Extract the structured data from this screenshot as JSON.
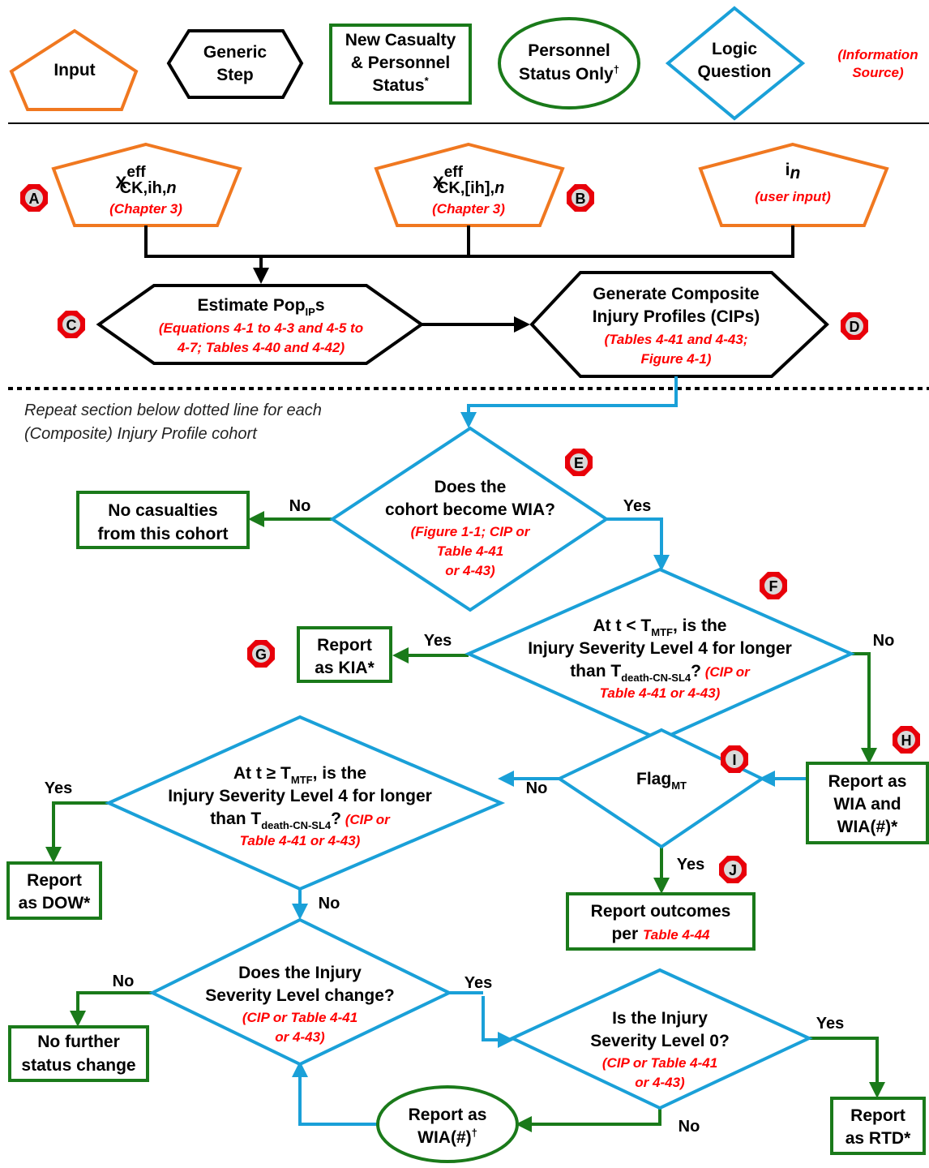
{
  "legend": {
    "input": "Input",
    "generic_step_1": "Generic",
    "generic_step_2": "Step",
    "new_casualty_1": "New Casualty",
    "new_casualty_2": "& Personnel",
    "new_casualty_3": "Status",
    "new_casualty_mark": "*",
    "personnel_1": "Personnel",
    "personnel_2": "Status Only",
    "personnel_mark": "†",
    "logic_1": "Logic",
    "logic_2": "Question",
    "info_1": "(Information",
    "info_2": "Source)"
  },
  "inputs": {
    "a_sym": "X",
    "a_sup": "eff",
    "a_sub": "CK,ih,",
    "a_n": "n",
    "a_src": "(Chapter  3)",
    "b_sym": "X",
    "b_sup": "eff",
    "b_sub": "CK,[ih],",
    "b_n": "n",
    "b_src": "(Chapter  3)",
    "c_sym": "i",
    "c_n": "n",
    "c_src": "(user input)"
  },
  "steps": {
    "estimate_main": "Estimate Pop",
    "estimate_sub": "IP",
    "estimate_s": "s",
    "estimate_src_1": "(Equations  4-1 to 4-3 and 4-5 to",
    "estimate_src_2": "4-7; Tables 4-40 and 4-42)",
    "generate_1": "Generate Composite",
    "generate_2": "Injury Profiles (CIPs)",
    "generate_src_1": "(Tables 4-41  and 4-43;",
    "generate_src_2": "Figure  4-1)"
  },
  "repeat_note_1": "Repeat section below dotted line for each",
  "repeat_note_2": "(Composite) Injury Profile cohort",
  "questions": {
    "e_1": "Does the",
    "e_2": "cohort become WIA?",
    "e_src_1": "(Figure 1-1; CIP or",
    "e_src_2": "Table 4-41",
    "e_src_3": "or 4-43)",
    "f_1a": "At t < T",
    "f_1sub": "MTF",
    "f_1b": ", is the",
    "f_2": "Injury Severity Level 4 for longer",
    "f_3a": "than T",
    "f_3sub": "death-CN-SL4",
    "f_3b": "?",
    "f_3src": " (CIP or",
    "f_src_4": "Table 4-41 or 4-43)",
    "dow_1a": "At t ≥ T",
    "dow_1sub": "MTF",
    "dow_1b": ", is the",
    "dow_2": "Injury Severity Level 4 for longer",
    "dow_3a": "than T",
    "dow_3sub": "death-CN-SL4",
    "dow_3b": "?",
    "dow_3src": " (CIP or",
    "dow_src_4": "Table 4-41 or 4-43)",
    "flag": "Flag",
    "flag_sub": "MT",
    "change_1": "Does the Injury",
    "change_2": "Severity Level change?",
    "change_src_1": "(CIP or Table  4-41",
    "change_src_2": "or 4-43)",
    "level0_1": "Is the Injury",
    "level0_2": "Severity Level 0?",
    "level0_src_1": "(CIP or Table  4-41",
    "level0_src_2": "or 4-43)"
  },
  "outcomes": {
    "no_cas_1": "No casualties",
    "no_cas_2": "from this cohort",
    "kia_1": "Report",
    "kia_2": "as KIA*",
    "wia_1": "Report as",
    "wia_2": "WIA and",
    "wia_3": "WIA(#)*",
    "dow_1": "Report",
    "dow_2": "as DOW*",
    "outcomes_1": "Report outcomes",
    "outcomes_2a": "per ",
    "outcomes_2b": "Table  4-44",
    "no_further_1": "No further",
    "no_further_2": "status change",
    "rtd_1": "Report",
    "rtd_2": "as RTD*",
    "wia_hash_1": "Report as",
    "wia_hash_2": "WIA(#)",
    "wia_hash_mark": "†"
  },
  "answers": {
    "yes": "Yes",
    "no": "No"
  },
  "badges": [
    "A",
    "B",
    "C",
    "D",
    "E",
    "F",
    "G",
    "H",
    "I",
    "J"
  ],
  "colors": {
    "input": "#f07820",
    "generic": "#000000",
    "casualty": "#1a7a1a",
    "logic": "#1aa0d8",
    "source": "#ff0000",
    "badge": "#e8000a"
  }
}
